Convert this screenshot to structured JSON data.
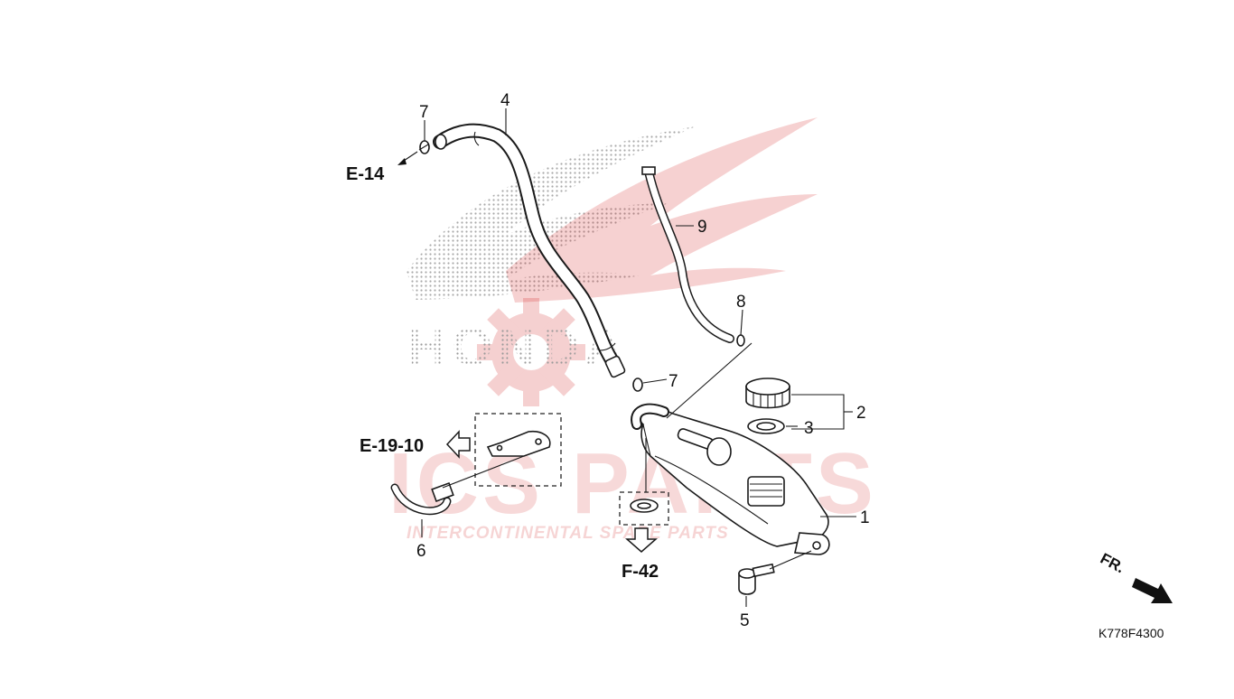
{
  "diagram": {
    "callouts": [
      {
        "id": "c1",
        "label": "1"
      },
      {
        "id": "c2",
        "label": "2"
      },
      {
        "id": "c3",
        "label": "3"
      },
      {
        "id": "c4",
        "label": "4"
      },
      {
        "id": "c5",
        "label": "5"
      },
      {
        "id": "c6",
        "label": "6"
      },
      {
        "id": "c7a",
        "label": "7"
      },
      {
        "id": "c7b",
        "label": "7"
      },
      {
        "id": "c8",
        "label": "8"
      },
      {
        "id": "c9",
        "label": "9"
      }
    ],
    "references": {
      "e14": "E-14",
      "e1910": "E-19-10",
      "f42": "F-42"
    },
    "front_label": "FR.",
    "code": "K778F4300"
  },
  "watermark": {
    "brand": "HONDA",
    "company": "ICS PARTS",
    "tagline": "INTERCONTINENTAL SPARE PARTS",
    "accent_color": "#d01818"
  }
}
